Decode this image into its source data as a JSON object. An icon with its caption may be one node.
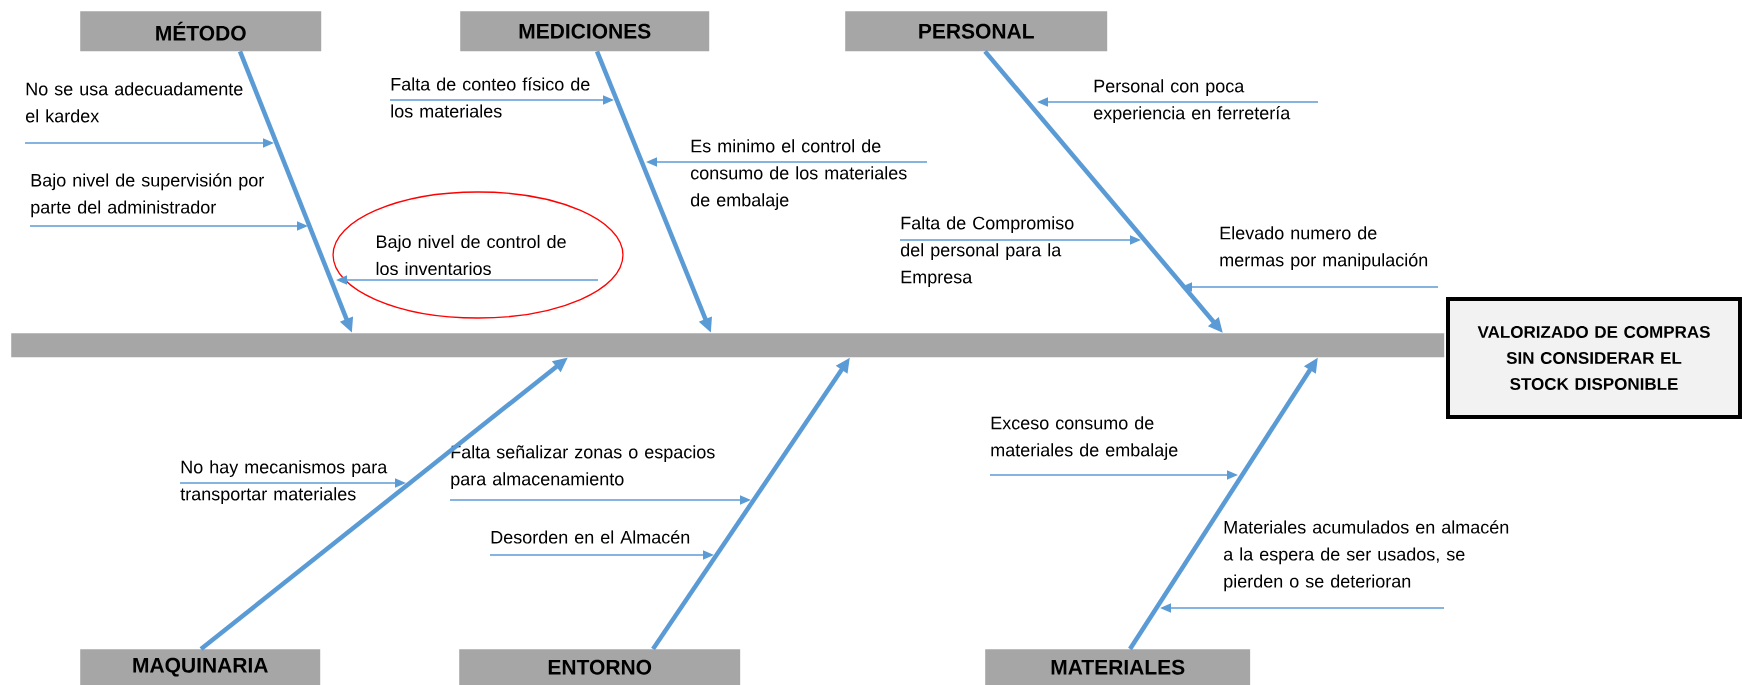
{
  "diagram": {
    "nodes": [
      {
        "text": [
          "MÉTODO"
        ]
      },
      {
        "text": [
          "MEDICIONES"
        ]
      },
      {
        "text": [
          "PERSONAL"
        ]
      },
      {
        "text": [
          "No se usa adecuadamente el kardex"
        ]
      },
      {
        "text": [
          "Falta de conteo físico de los materiales"
        ]
      },
      {
        "text": [
          "Personal con poca experiencia en ferretería"
        ]
      },
      {
        "text": [
          "Es minimo el control de consumo de los materiales de embalaje"
        ]
      },
      {
        "text": [
          "Bajo nivel de supervisión por parte del administrador"
        ]
      },
      {
        "text": [
          "Falta de Compromiso del personal para la Empresa"
        ]
      },
      {
        "text": [
          "Bajo nivel de control de los inventarios"
        ]
      },
      {
        "text": [
          "Elevado numero de mermas por manipulación"
        ]
      },
      {
        "text": [],
        "shape": "bar"
      },
      {
        "text": [
          "VALORIZADO DE COMPRAS SIN CONSIDERAR EL STOCK DISPONIBLE"
        ]
      },
      {
        "text": [
          "Exceso consumo de materiales de embalaje"
        ]
      },
      {
        "text": [
          "Falta señalizar zonas o espacios para almacenamiento"
        ]
      },
      {
        "text": [
          "No hay mecanismos para transportar materiales"
        ]
      },
      {
        "text": [
          "Desorden en el Almacén"
        ]
      },
      {
        "text": [
          "Materiales acumulados en almacén a la espera de ser usados, se pierden o se deterioran"
        ]
      },
      {
        "text": [
          "MAQUINARIA"
        ]
      },
      {
        "text": [
          "ENTORNO"
        ]
      },
      {
        "text": [
          "MATERIALES"
        ]
      }
    ],
    "edges": [
      {
        "from": 0,
        "to": 11,
        "arrow": "to",
        "style": "thick"
      },
      {
        "from": 1,
        "to": 11,
        "arrow": "to",
        "style": "thick"
      },
      {
        "from": 2,
        "to": 11,
        "arrow": "to",
        "style": "thick"
      },
      {
        "from": 18,
        "to": 11,
        "arrow": "to",
        "style": "thick"
      },
      {
        "from": 19,
        "to": 11,
        "arrow": "to",
        "style": "thick"
      },
      {
        "from": 20,
        "to": 11,
        "arrow": "to",
        "style": "thick"
      },
      {
        "from": 3,
        "to": null,
        "arrow": "to"
      },
      {
        "from": 4,
        "to": null,
        "arrow": "to"
      },
      {
        "from": 5,
        "to": null,
        "arrow": "to"
      },
      {
        "from": 6,
        "to": null,
        "arrow": "to"
      },
      {
        "from": 7,
        "to": null,
        "arrow": "to"
      },
      {
        "from": 8,
        "to": null,
        "arrow": "to"
      },
      {
        "from": 9,
        "to": null,
        "arrow": "to"
      },
      {
        "from": 10,
        "to": null,
        "arrow": "to"
      },
      {
        "from": 13,
        "to": null,
        "arrow": "to"
      },
      {
        "from": 14,
        "to": null,
        "arrow": "to"
      },
      {
        "from": 15,
        "to": null,
        "arrow": "to"
      },
      {
        "from": 16,
        "to": null,
        "arrow": "to"
      },
      {
        "from": 17,
        "to": null,
        "arrow": "to"
      }
    ]
  }
}
